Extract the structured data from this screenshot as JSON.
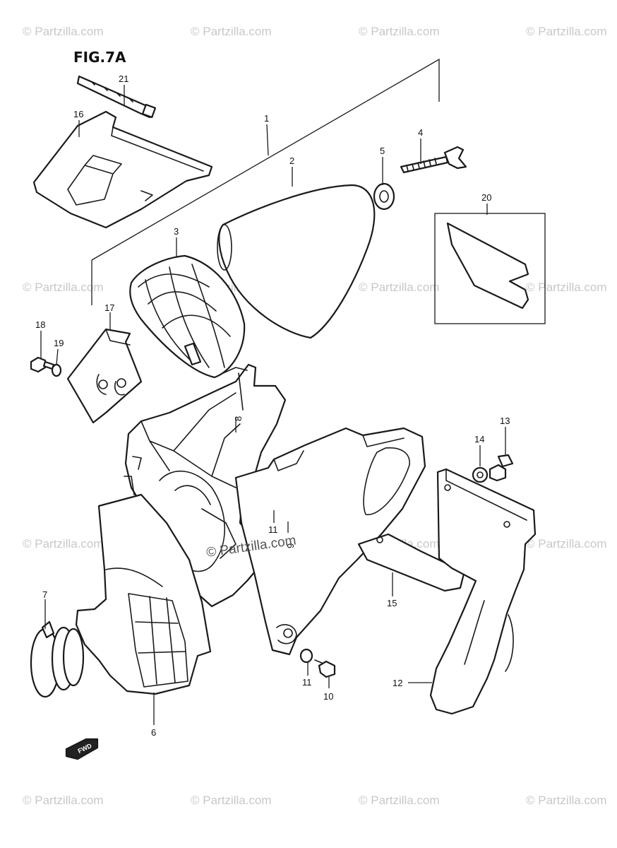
{
  "figure": {
    "title": "FIG.7A"
  },
  "watermark": {
    "text": "© Partzilla.com",
    "center_text": "© Partzilla.com"
  },
  "fwd_label": "FWD",
  "callouts": [
    "1",
    "2",
    "3",
    "4",
    "5",
    "6",
    "7",
    "8",
    "9",
    "10",
    "11",
    "11",
    "12",
    "13",
    "14",
    "15",
    "16",
    "17",
    "18",
    "19",
    "20",
    "21"
  ]
}
